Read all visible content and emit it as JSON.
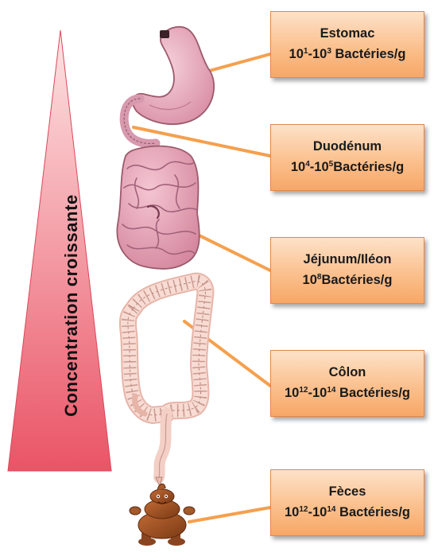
{
  "triangle": {
    "label": "Concentration croissante",
    "colors": {
      "top": "#fde4e4",
      "bottom": "#ea5466"
    }
  },
  "organs": [
    {
      "name": "Estomac",
      "range": {
        "from": {
          "base": "10",
          "exp": "1"
        },
        "to": {
          "base": "10",
          "exp": "3"
        }
      },
      "unit": "Bactéries/g"
    },
    {
      "name": "Duodénum",
      "range": {
        "from": {
          "base": "10",
          "exp": "4"
        },
        "to": {
          "base": "10",
          "exp": "5"
        }
      },
      "unit": "Bactéries/g"
    },
    {
      "name": "Jéjunum/Iléon",
      "range": {
        "from": {
          "base": "10",
          "exp": "8"
        }
      },
      "unit": "Bactéries/g"
    },
    {
      "name": "Côlon",
      "range": {
        "from": {
          "base": "10",
          "exp": "12"
        },
        "to": {
          "base": "10",
          "exp": "14"
        }
      },
      "unit": "Bactéries/g"
    },
    {
      "name": "Fèces",
      "range": {
        "from": {
          "base": "10",
          "exp": "12"
        },
        "to": {
          "base": "10",
          "exp": "14"
        }
      },
      "unit": "Bactéries/g"
    }
  ],
  "colors": {
    "callout_border": "#e4874a",
    "connector": "#f5a04e",
    "organ_pink": "#eeb3c3",
    "colon_light": "#f8dcd4",
    "feces_brown": "#a0522d"
  }
}
